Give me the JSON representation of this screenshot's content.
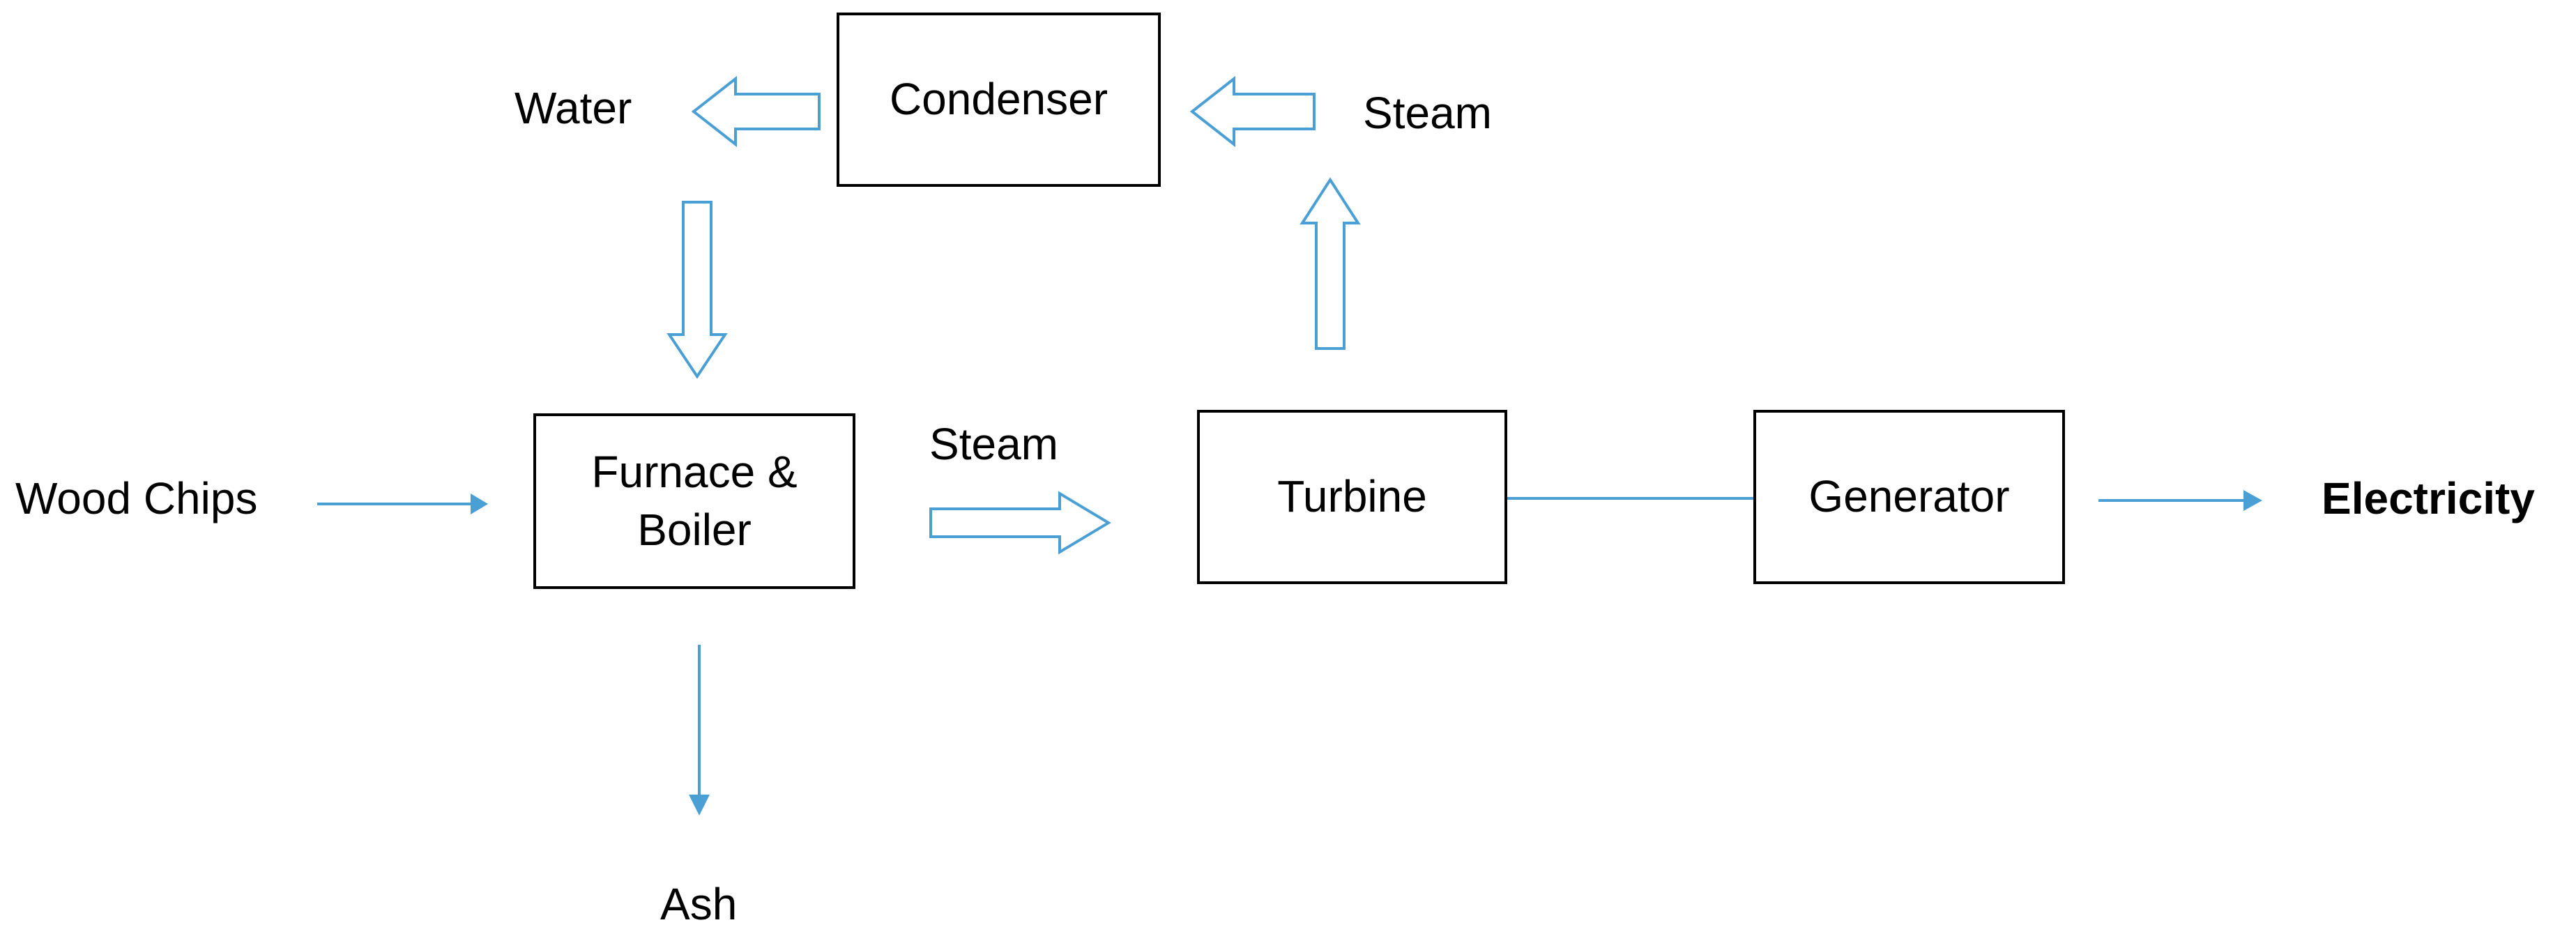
{
  "colors": {
    "arrow": "#4a9fd5",
    "box_border": "#000000",
    "text": "#000000",
    "background": "#ffffff"
  },
  "nodes": {
    "condenser": "Condenser",
    "furnace_boiler": "Furnace &\nBoiler",
    "turbine": "Turbine",
    "generator": "Generator"
  },
  "labels": {
    "water": "Water",
    "steam_top": "Steam",
    "steam_middle": "Steam",
    "wood_chips": "Wood Chips",
    "ash": "Ash",
    "electricity": "Electricity"
  },
  "edges": [
    {
      "from": "Wood Chips",
      "to": "Furnace & Boiler",
      "style": "thin-arrow"
    },
    {
      "from": "Furnace & Boiler",
      "to": "Turbine",
      "style": "hollow-arrow",
      "label": "Steam"
    },
    {
      "from": "Turbine",
      "to": "Condenser",
      "style": "hollow-arrow",
      "label": "Steam"
    },
    {
      "from": "Condenser",
      "to": "Water",
      "style": "hollow-arrow"
    },
    {
      "from": "Water",
      "to": "Furnace & Boiler",
      "style": "hollow-arrow"
    },
    {
      "from": "Furnace & Boiler",
      "to": "Ash",
      "style": "thin-arrow"
    },
    {
      "from": "Turbine",
      "to": "Generator",
      "style": "line"
    },
    {
      "from": "Generator",
      "to": "Electricity",
      "style": "thin-arrow"
    }
  ]
}
